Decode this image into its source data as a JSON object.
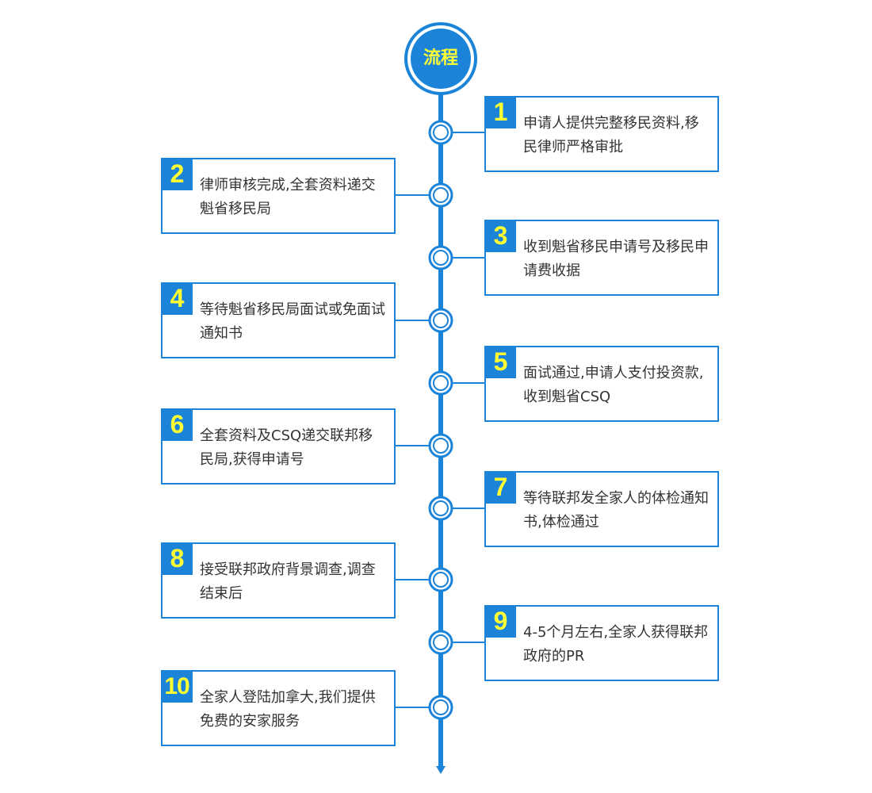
{
  "title": "流程",
  "colors": {
    "primary": "#1b84d8",
    "accent_text": "#ffff33",
    "body_text": "#333333"
  },
  "steps": [
    {
      "number": "1",
      "text": "申请人提供完整移民资料,移民律师严格审批"
    },
    {
      "number": "2",
      "text": "律师审核完成,全套资料递交魁省移民局"
    },
    {
      "number": "3",
      "text": "收到魁省移民申请号及移民申请费收据"
    },
    {
      "number": "4",
      "text": "等待魁省移民局面试或免面试通知书"
    },
    {
      "number": "5",
      "text": "面试通过,申请人支付投资款,收到魁省CSQ"
    },
    {
      "number": "6",
      "text": "全套资料及CSQ递交联邦移民局,获得申请号"
    },
    {
      "number": "7",
      "text": "等待联邦发全家人的体检通知书,体检通过"
    },
    {
      "number": "8",
      "text": "接受联邦政府背景调查,调查结束后"
    },
    {
      "number": "9",
      "text": "4-5个月左右,全家人获得联邦政府的PR"
    },
    {
      "number": "10",
      "text": "全家人登陆加拿大,我们提供免费的安家服务"
    }
  ]
}
